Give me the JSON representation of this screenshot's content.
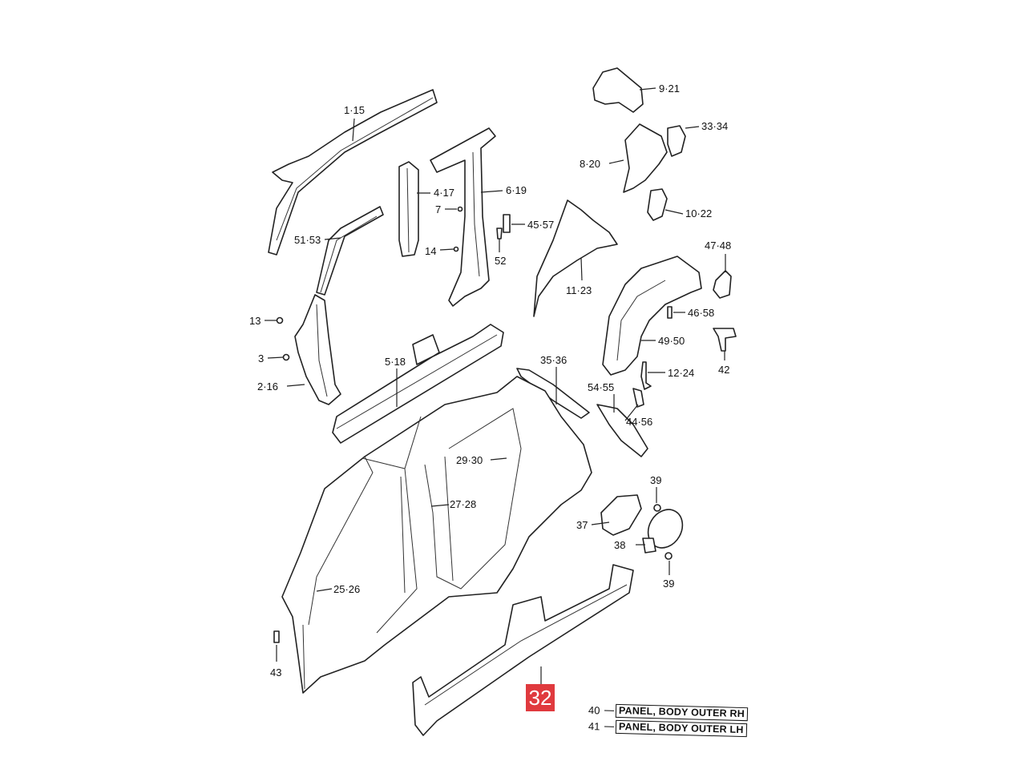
{
  "diagram": {
    "labels": {
      "l1_15": "1·15",
      "l9_21": "9·21",
      "l33_34": "33·34",
      "l8_20": "8·20",
      "l4_17": "4·17",
      "l6_19": "6·19",
      "l7": "7",
      "l45_57": "45·57",
      "l10_22": "10·22",
      "l51_53": "51·53",
      "l14": "14",
      "l52": "52",
      "l47_48": "47·48",
      "l11_23": "11·23",
      "l46_58": "46·58",
      "l13": "13",
      "l49_50": "49·50",
      "l3": "3",
      "l5_18": "5·18",
      "l35_36": "35·36",
      "l12_24": "12·24",
      "l42": "42",
      "l2_16": "2·16",
      "l54_55": "54·55",
      "l44_56": "44·56",
      "l29_30": "29·30",
      "l39a": "39",
      "l27_28": "27·28",
      "l37": "37",
      "l38": "38",
      "l39b": "39",
      "l25_26": "25·26",
      "l43": "43"
    },
    "callout": "32",
    "callout_color": "#e03a3e",
    "panels": [
      {
        "num": "40",
        "name": "PANEL, BODY OUTER RH"
      },
      {
        "num": "41",
        "name": "PANEL, BODY OUTER LH"
      }
    ]
  }
}
